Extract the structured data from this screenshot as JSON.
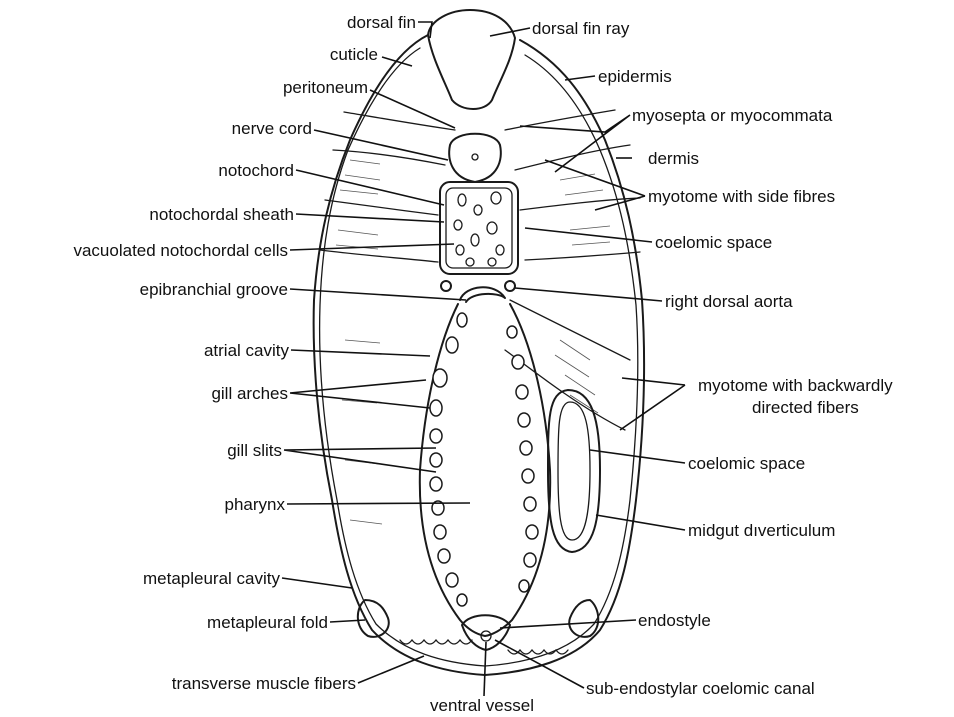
{
  "labels": {
    "dorsal_fin": "dorsal fin",
    "cuticle": "cuticle",
    "peritoneum": "peritoneum",
    "nerve_cord": "nerve  cord",
    "notochord": "notochord",
    "notochordal_sheath": "notochordal sheath",
    "vacuolated_notochordal_cells": "vacuolated notochordal cells",
    "epibranchial_groove": "epibranchial  groove",
    "atrial_cavity": "atrial cavity",
    "gill_arches": "gill arches",
    "gill_slits": "gill slits",
    "pharynx": "pharynx",
    "metapleural_cavity": "metapleural cavity",
    "metapleural_fold": "metapleural  fold",
    "transverse_muscle_fibers": "transverse muscle fibers",
    "ventral_vessel": "ventral  vessel",
    "dorsal_fin_ray": "dorsal   fin   ray",
    "epidermis": "epidermis",
    "myosepta": "myosepta  or  myocommata",
    "dermis": "dermis",
    "myotome_side_fibres": "myotome  with  side  fibres",
    "coelomic_space_upper": "coelomic  space",
    "right_dorsal_aorta": "right dorsal aorta",
    "myotome_backward_1": "myotome with backwardly",
    "myotome_backward_2": "directed fibers",
    "coelomic_space_lower": "coelomic   space",
    "midgut_diverticulum": "midgut  dıverticulum",
    "endostyle": "endostyle",
    "sub_endostylar_canal": "sub-endostylar  coelomic  canal"
  }
}
